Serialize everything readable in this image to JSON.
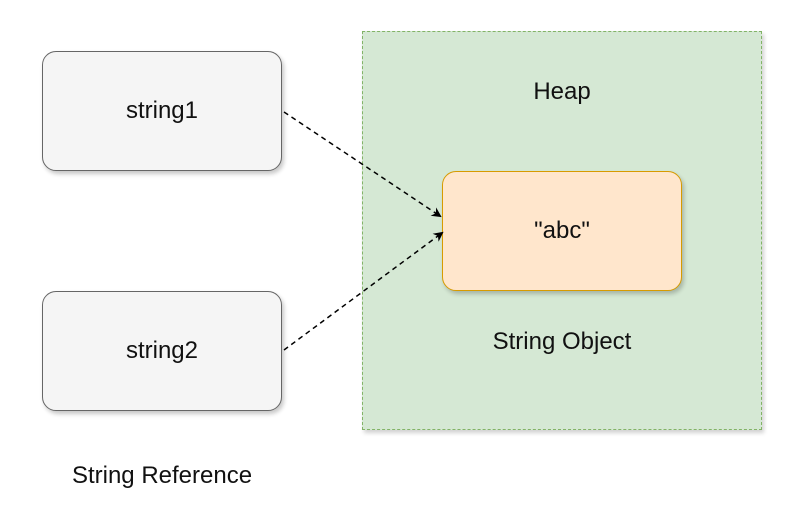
{
  "heap": {
    "title": "Heap"
  },
  "references": {
    "items": [
      {
        "label": "string1"
      },
      {
        "label": "string2"
      }
    ],
    "caption": "String Reference"
  },
  "string_object": {
    "value": "\"abc\"",
    "caption": "String Object"
  },
  "colors": {
    "heap_fill": "#d5e8d4",
    "heap_border": "#82b366",
    "reference_fill": "#f5f5f5",
    "reference_border": "#666666",
    "object_fill": "#ffe6cc",
    "object_border": "#d79b00",
    "arrow": "#000000"
  }
}
